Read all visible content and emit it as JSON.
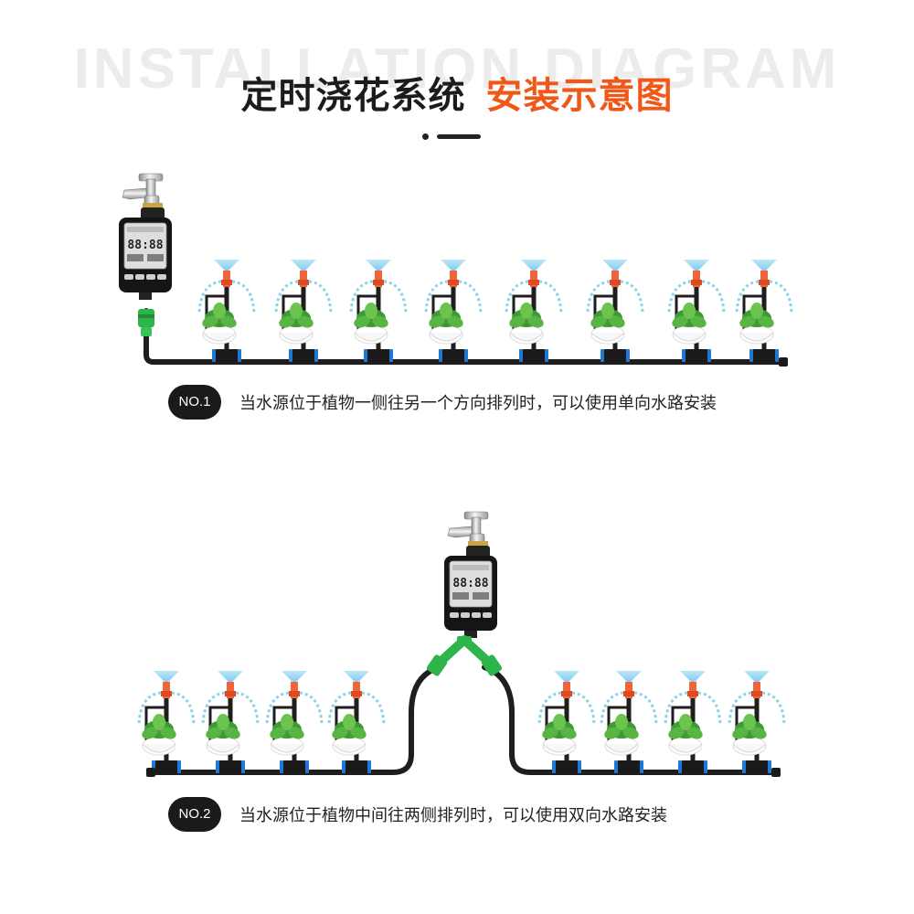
{
  "header": {
    "bg_text": "INSTALLATION DIAGRAM",
    "title_part1": "定时浇花系统",
    "title_part2": "安装示意图",
    "title_part1_color": "#1c1c1c",
    "title_part2_color": "#f0581a"
  },
  "section1": {
    "badge": "NO.1",
    "description": "当水源位于植物一侧往另一个方向排列时，可以使用单向水路安装",
    "layout": "single-direction",
    "sprinkler_count": 8
  },
  "section2": {
    "badge": "NO.2",
    "description": "当水源位于植物中间往两侧排列时，可以使用双向水路安装",
    "layout": "two-direction",
    "sprinkler_count_left": 4,
    "sprinkler_count_right": 4
  },
  "colors": {
    "pipe": "#1e1e1e",
    "fitting_ring": "#1f78d6",
    "nozzle": "#f0643a",
    "connector": "#29b34a",
    "spray": "#8fd0ef"
  }
}
